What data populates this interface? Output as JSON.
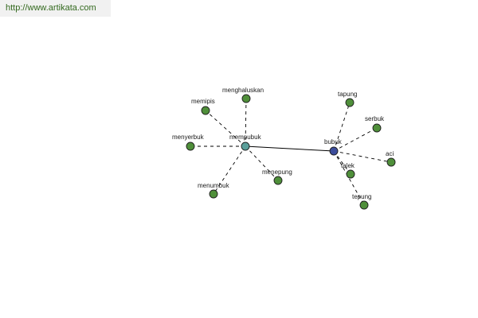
{
  "header": {
    "url_text": "http://www.artikata.com"
  },
  "colors": {
    "url_text": "#33691e",
    "leaf_node": "#4f8f3a",
    "hub_mempubuk": "#5a9f9a",
    "hub_bubuk": "#3c4d9c"
  },
  "graph": {
    "nodes": [
      {
        "id": "mempubuk",
        "label": "mempubuk",
        "kind": "hub"
      },
      {
        "id": "bubuk",
        "label": "bubuk",
        "kind": "hub"
      },
      {
        "id": "menghaluskan",
        "label": "menghaluskan",
        "kind": "leaf"
      },
      {
        "id": "memipis",
        "label": "memipis",
        "kind": "leaf"
      },
      {
        "id": "menyerbuk",
        "label": "menyerbuk",
        "kind": "leaf"
      },
      {
        "id": "menumbuk",
        "label": "menumbuk",
        "kind": "leaf"
      },
      {
        "id": "menepung",
        "label": "menepung",
        "kind": "leaf"
      },
      {
        "id": "tapung",
        "label": "tapung",
        "kind": "leaf"
      },
      {
        "id": "serbuk",
        "label": "serbuk",
        "kind": "leaf"
      },
      {
        "id": "aci",
        "label": "aci",
        "kind": "leaf"
      },
      {
        "id": "talek",
        "label": "talek",
        "kind": "leaf"
      },
      {
        "id": "tepung",
        "label": "tepung",
        "kind": "leaf"
      }
    ],
    "edges": [
      {
        "from": "mempubuk",
        "to": "bubuk",
        "style": "solid"
      },
      {
        "from": "mempubuk",
        "to": "menghaluskan",
        "style": "dashed"
      },
      {
        "from": "mempubuk",
        "to": "memipis",
        "style": "dashed"
      },
      {
        "from": "mempubuk",
        "to": "menyerbuk",
        "style": "dashed"
      },
      {
        "from": "mempubuk",
        "to": "menumbuk",
        "style": "dashed"
      },
      {
        "from": "mempubuk",
        "to": "menepung",
        "style": "dashed"
      },
      {
        "from": "bubuk",
        "to": "tapung",
        "style": "dashed"
      },
      {
        "from": "bubuk",
        "to": "serbuk",
        "style": "dashed"
      },
      {
        "from": "bubuk",
        "to": "aci",
        "style": "dashed"
      },
      {
        "from": "bubuk",
        "to": "talek",
        "style": "dashed"
      },
      {
        "from": "bubuk",
        "to": "tepung",
        "style": "dashed"
      }
    ]
  }
}
